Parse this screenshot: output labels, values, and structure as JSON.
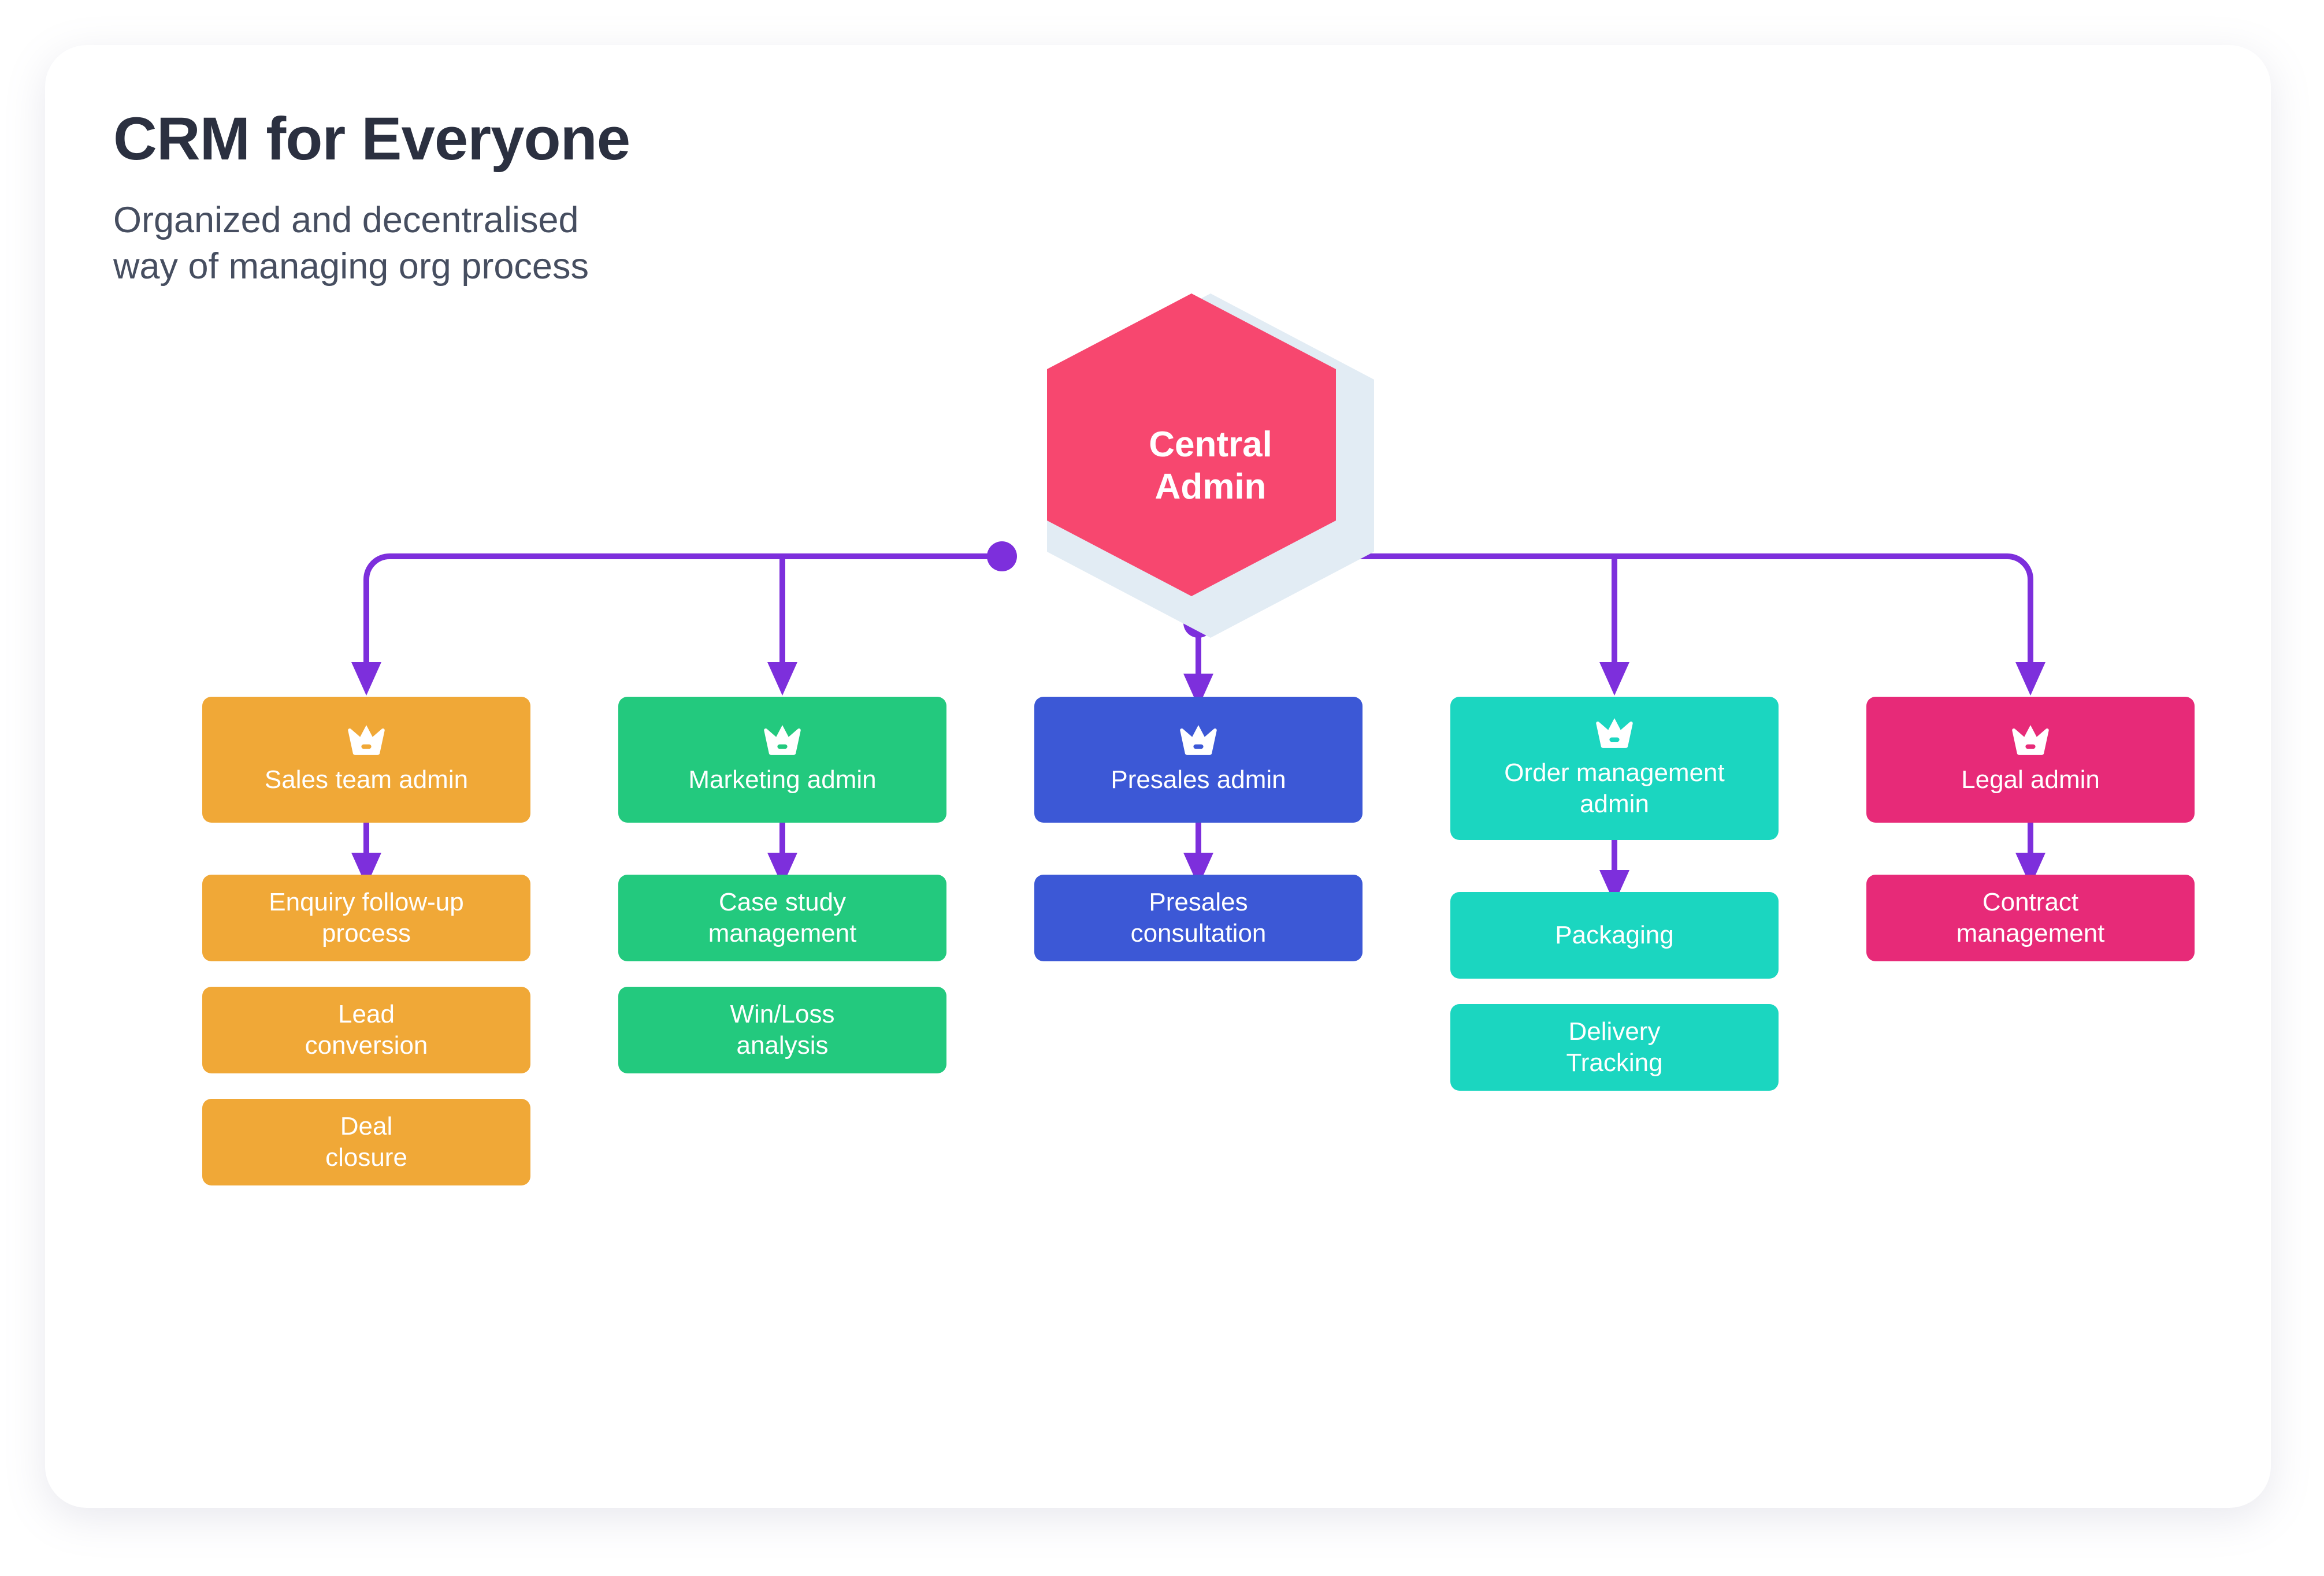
{
  "header": {
    "title": "CRM for Everyone",
    "subtitle": "Organized and decentralised\nway of managing org process"
  },
  "root": {
    "label": "Central\nAdmin",
    "shape": "hexagon",
    "fill": "#f7476f",
    "ring": "#e2ecf4"
  },
  "connector": {
    "color": "#7d2fdc",
    "node_dot_color": "#7d2fdc"
  },
  "columns": [
    {
      "id": "sales",
      "color": "#f0a837",
      "icon": "crown-icon",
      "head": "Sales team admin",
      "children": [
        "Enquiry follow-up\nprocess",
        "Lead\nconversion",
        "Deal\nclosure"
      ]
    },
    {
      "id": "marketing",
      "color": "#23c97e",
      "icon": "crown-icon",
      "head": "Marketing admin",
      "children": [
        "Case study\nmanagement",
        "Win/Loss\nanalysis"
      ]
    },
    {
      "id": "presales",
      "color": "#3c58d6",
      "icon": "crown-icon",
      "head": "Presales admin",
      "children": [
        "Presales\nconsultation"
      ]
    },
    {
      "id": "order-management",
      "color": "#1bd6c0",
      "icon": "crown-icon",
      "head": "Order management\nadmin",
      "children": [
        "Packaging",
        "Delivery\nTracking"
      ]
    },
    {
      "id": "legal",
      "color": "#e72a78",
      "icon": "crown-icon",
      "head": "Legal admin",
      "children": [
        "Contract\nmanagement"
      ]
    }
  ]
}
